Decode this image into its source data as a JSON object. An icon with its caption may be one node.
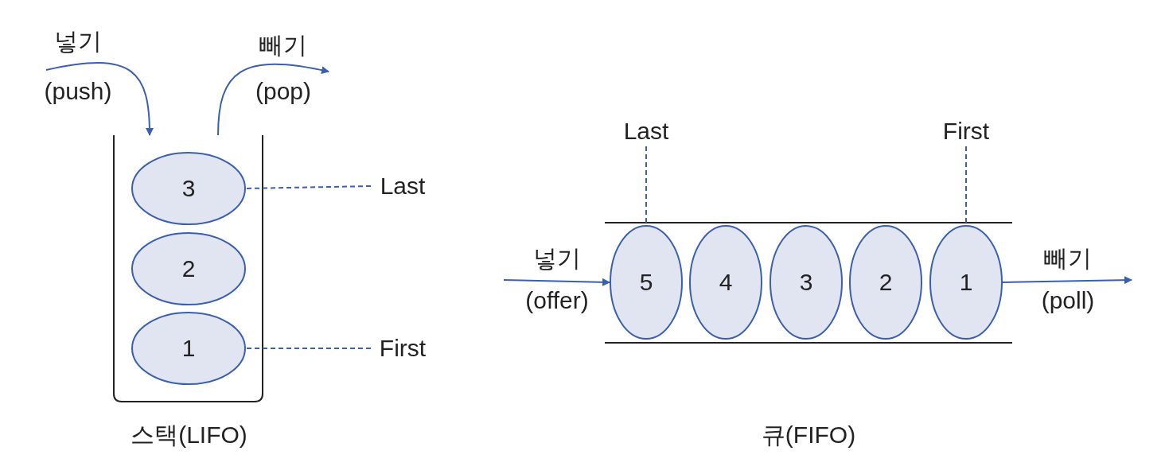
{
  "diagram": {
    "nodes": [
      {
        "text": [
          "스택(LIFO)"
        ]
      },
      {
        "text": [
          "3"
        ],
        "in": 0
      },
      {
        "text": [
          "2"
        ],
        "in": 0
      },
      {
        "text": [
          "1"
        ],
        "in": 0
      },
      {
        "text": [
          "Last"
        ]
      },
      {
        "text": [
          "First"
        ]
      },
      {
        "text": [
          "큐(FIFO)"
        ]
      },
      {
        "text": [
          "5"
        ],
        "in": 6
      },
      {
        "text": [
          "4"
        ],
        "in": 6
      },
      {
        "text": [
          "3"
        ],
        "in": 6
      },
      {
        "text": [
          "2"
        ],
        "in": 6
      },
      {
        "text": [
          "1"
        ],
        "in": 6
      },
      {
        "text": [
          "Last"
        ]
      },
      {
        "text": [
          "First"
        ]
      }
    ],
    "edges": [
      {
        "from": null,
        "to": 0,
        "arrow": "to"
      },
      {
        "from": 0,
        "to": null,
        "arrow": "to"
      },
      {
        "from": 4,
        "to": 1,
        "arrow": "none",
        "style": "dashed"
      },
      {
        "from": 5,
        "to": 3,
        "arrow": "none",
        "style": "dashed"
      },
      {
        "from": 12,
        "to": 7,
        "arrow": "none",
        "style": "dashed"
      },
      {
        "from": 13,
        "to": 11,
        "arrow": "none",
        "style": "dashed"
      },
      {
        "from": null,
        "to": 7,
        "arrow": "to"
      },
      {
        "from": 11,
        "to": null,
        "arrow": "to"
      }
    ],
    "labels": [
      "넣기",
      "(push)",
      "빼기",
      "(pop)",
      "넣기",
      "(offer)",
      "빼기",
      "(poll)"
    ]
  }
}
